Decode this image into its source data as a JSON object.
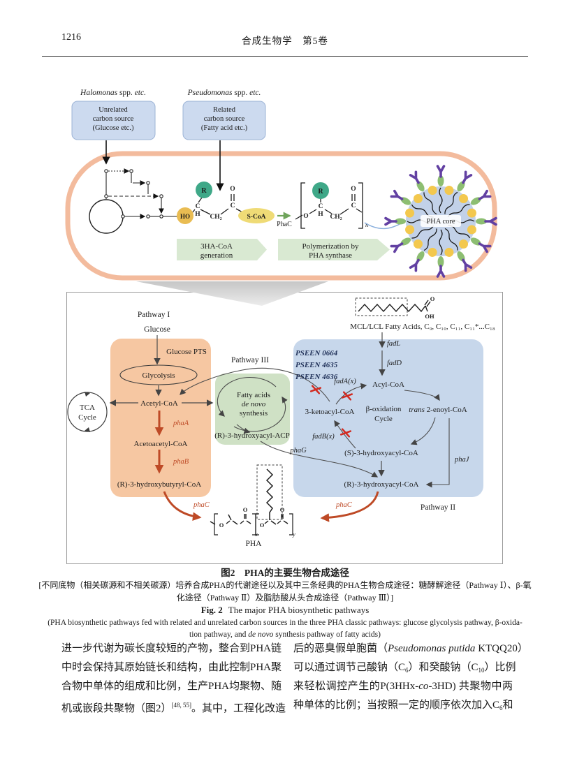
{
  "header": {
    "page_number": "1216",
    "journal_line": "合成生物学　第5卷"
  },
  "top_figure": {
    "species_left": {
      "genus": "Halomonas",
      "middle": " spp. ",
      "etc": "etc."
    },
    "species_right": {
      "genus": "Pseudomonas",
      "middle": " spp. ",
      "etc": "etc."
    },
    "unrelated_box": {
      "l1": "Unrelated",
      "l2": "carbon source",
      "l3": "(Glucose etc.)"
    },
    "related_box": {
      "l1": "Related",
      "l2": "carbon source",
      "l3": "(Fatty acid etc.)"
    },
    "monomer": {
      "r": "R",
      "ho": "HO",
      "c": "C",
      "h": "H",
      "ch2": "CH₂",
      "o": "O",
      "scoa": "S-CoA"
    },
    "phac": "PhaC",
    "banner1": {
      "l1": "3HA-CoA",
      "l2": "generation"
    },
    "banner2": {
      "l1": "Polymerization by",
      "l2": "PHA synthase"
    },
    "polymer": {
      "o": "O",
      "c": "C",
      "h": "H",
      "ch2": "CH₂",
      "o2": "O",
      "r": "R",
      "n": "n"
    },
    "micelle_label": "PHA core",
    "colors": {
      "peach_border": "#f3bb9d",
      "box_blue": "#ccdaef",
      "banner_green": "#d9e9d2",
      "r_green": "#3fa888",
      "ho_gold": "#e9bc52",
      "scoa_yellow": "#efdb76",
      "micelle_blue": "#c2d1e8",
      "blob_yellow": "#f3c84e",
      "oval_green": "#8dbe72",
      "claw_purple": "#6240a2"
    }
  },
  "pathway_figure": {
    "pathway1": "Pathway I",
    "pathway2": "Pathway II",
    "pathway3": "Pathway III",
    "glucose": "Glucose",
    "glucose_pts": "Glucose PTS",
    "glycolysis": "Glycolysis",
    "tca1": "TCA",
    "tca2": "Cycle",
    "acetyl_coa": "Acetyl-CoA",
    "phaA": "phaA",
    "phaB": "phaB",
    "phaC": "phaC",
    "phaG": "phaG",
    "phaJ": "phaJ",
    "acetoacetyl_coa": "Acetoacetyl-CoA",
    "r3hb_coa": "(R)-3-hydroxybutyryl-CoA",
    "denovo1": "Fatty acids",
    "denovo2": "de novo",
    "denovo3": "synthesis",
    "r3ha_acp": "(R)-3-hydroxyacyl-ACP",
    "mcl_fatty_acids": "MCL/LCL Fatty Acids, C₉, C₁₀, C₁₁, C₁₁*...C₁₈",
    "o": "O",
    "oh": "OH",
    "fadL": "fadL",
    "fadD": "fadD",
    "acyl_coa": "Acyl-CoA",
    "pseen1": "PSEEN 0664",
    "pseen2": "PSEEN 4635",
    "pseen3": "PSEEN 4636",
    "fadAx": "fadA(x)",
    "fadBx": "fadB(x)",
    "betaox1": "β-oxidation",
    "betaox2": "Cycle",
    "trans_i": "trans",
    "trans_r": " 2-enoyl-CoA",
    "ketoacyl_coa": "3-ketoacyl-CoA",
    "s3ha_coa": "(S)-3-hydroxyacyl-CoA",
    "r3ha_coa": "(R)-3-hydroxyacyl-CoA",
    "pha": "PHA",
    "sub_x": "x",
    "sub_y": "y",
    "colors": {
      "orange_box": "#f6c7a2",
      "green_box": "#cfe1c5",
      "blue_box": "#c7d7eb",
      "red_arrow": "#be4a26",
      "red_x": "#d2291f"
    }
  },
  "caption": {
    "zh_title": "图2　PHA的主要生物合成途径",
    "zh_note1": "[不同底物（相关碳源和不相关碳源）培养合成PHA的代谢途径以及其中三条经典的PHA生物合成途径：糖酵解途径（Pathway Ⅰ）、β-氧",
    "zh_note2": "化途径（Pathway Ⅱ）及脂肪酸从头合成途径（Pathway Ⅲ）]",
    "fig_label": "Fig. 2",
    "fig_title": "The major PHA biosynthetic pathways",
    "en_note1": "(PHA biosynthetic pathways fed with related and unrelated carbon sources in the three PHA classic pathways: glucose glycolysis pathway, β-oxida-",
    "en_note2a": "tion pathway, and ",
    "en_note2b": "de novo",
    "en_note2c": " synthesis pathway of fatty acids)"
  },
  "body": {
    "left1": "进一步代谢为碳长度较短的产物，整合到PHA链",
    "left2": "中时会保持其原始链长和结构，由此控制PHA聚",
    "left3": "合物中单体的组成和比例，生产PHA均聚物、随",
    "left4a": "机或嵌段共聚物（图2）",
    "left4sup": "[48, 55]",
    "left4b": "。其中，工程化改造",
    "right1a": "后的恶臭假单胞菌（",
    "right1i": "Pseudomonas putida",
    "right1b": " KTQQ20）",
    "right2a": "可以通过调节己酸钠（C",
    "right2s1": "6",
    "right2b": "）和癸酸钠（C",
    "right2s2": "10",
    "right2c": "）比例",
    "right3a": "来轻松调控产生的P(3HHx-",
    "right3i": "co",
    "right3b": "-3HD) 共聚物中两",
    "right4a": "种单体的比例；当按照一定的顺序依次加入C",
    "right4s": "6",
    "right4b": "和"
  }
}
